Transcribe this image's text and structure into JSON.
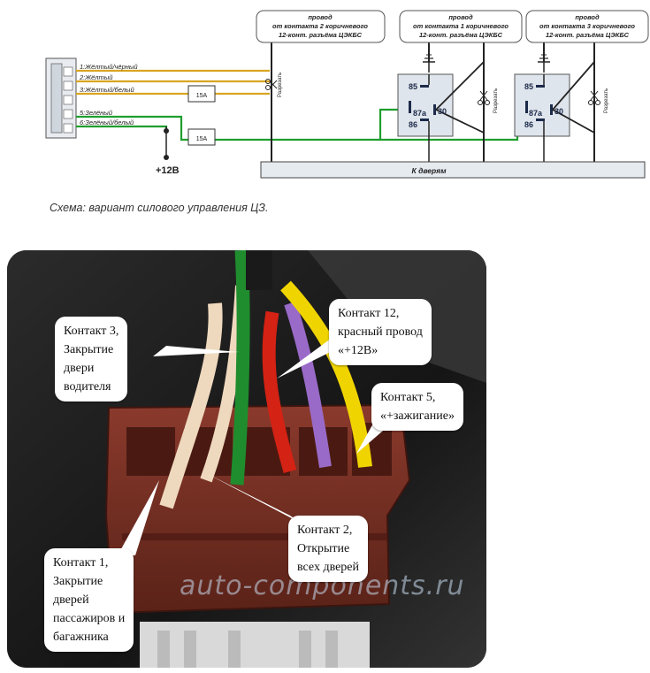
{
  "schematic": {
    "wire_labels": [
      "1:Жёлтый/чёрный",
      "2:Жёлтый",
      "3:Жёлтый/белый",
      "5:Зелёный",
      "6:Зелёный/белый"
    ],
    "fuse_label": "15А",
    "power_label": "+12В",
    "header_boxes": [
      [
        "провод",
        "от контакта 2 коричневого",
        "12-конт. разъёма ЦЭКБС"
      ],
      [
        "провод",
        "от контакта 1 коричневого",
        "12-конт. разъёма ЦЭКБС"
      ],
      [
        "провод",
        "от контакта 3 коричневого",
        "12-конт. разъёма ЦЭКБС"
      ]
    ],
    "relay_pins": {
      "p85": "85",
      "p87a": "87a",
      "p30": "30",
      "p86": "86"
    },
    "cut_label": "Разрезать",
    "bus_label": "К дверям"
  },
  "caption": "Схема: вариант силового управления ЦЗ.",
  "photo": {
    "watermark": "auto-components.ru",
    "callouts": {
      "contact3": [
        "Контакт 3,",
        "Закрытие",
        "двери",
        "водителя"
      ],
      "contact12": [
        "Контакт 12,",
        "красный провод",
        "«+12В»"
      ],
      "contact5": [
        "Контакт 5,",
        "«+зажигание»"
      ],
      "contact2": [
        "Контакт 2,",
        "Открытие",
        "всех дверей"
      ],
      "contact1": [
        "Контакт 1,",
        "Закрытие",
        "дверей",
        "пассажиров и",
        "багажника"
      ]
    }
  },
  "colors": {
    "yellow": "#d9a521",
    "green": "#1f9e2d",
    "relay": "#1c2a4a",
    "connector": "#6e2b20"
  }
}
